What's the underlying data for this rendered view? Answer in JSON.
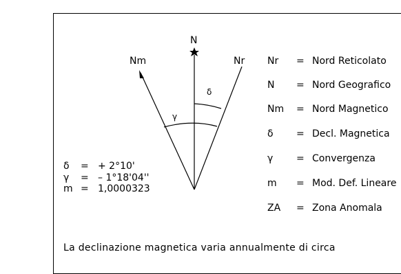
{
  "diagram": {
    "north_label": "N",
    "magnetic_label": "Nm",
    "grid_label": "Nr",
    "delta_symbol": "δ",
    "gamma_symbol": "γ"
  },
  "values": [
    {
      "sym": "δ",
      "eq": "=",
      "val": "+ 2°10'"
    },
    {
      "sym": "γ",
      "eq": "=",
      "val": "– 1°18'04''"
    },
    {
      "sym": "m",
      "eq": "=",
      "val": "1,0000323"
    }
  ],
  "legend": [
    {
      "abbr": "Nr",
      "eq": "=",
      "text": "Nord Reticolato"
    },
    {
      "abbr": "N",
      "eq": "=",
      "text": "Nord Geografico"
    },
    {
      "abbr": "Nm",
      "eq": "=",
      "text": "Nord Magnetico"
    },
    {
      "abbr": "δ",
      "eq": "=",
      "text": "Decl. Magnetica"
    },
    {
      "abbr": "γ",
      "eq": "=",
      "text": "Convergenza"
    },
    {
      "abbr": "m",
      "eq": "=",
      "text": "Mod. Def. Lineare"
    },
    {
      "abbr": "ZA",
      "eq": "=",
      "text": "Zona Anomala"
    }
  ],
  "footer": "La declinazione magnetica varia annualmente di circa"
}
